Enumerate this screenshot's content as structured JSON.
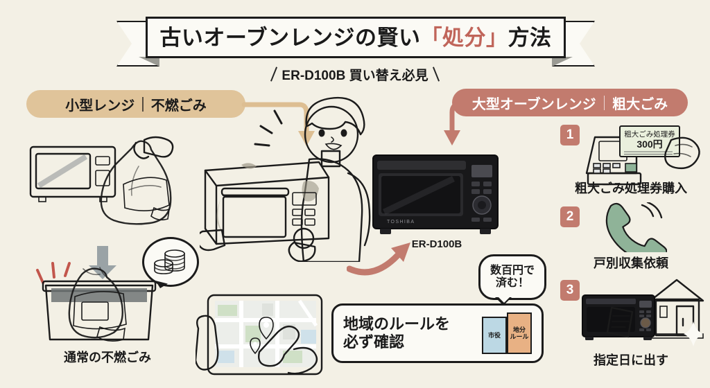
{
  "page": {
    "background_color": "#f3f0e5",
    "title": "古いオーブンレンジの賢い「処分」方法",
    "title_plain_1": "古いオーブンレンジの賢い",
    "title_accent": "「処分」",
    "title_plain_2": "方法",
    "subtitle": "ER-D100B 買い替え必見",
    "accent_color": "#c0655a"
  },
  "badges": {
    "small": {
      "left_label": "小型レンジ",
      "right_label": "不燃ごみ",
      "color": "#e0c49a",
      "text_color": "#1a1a1a"
    },
    "large": {
      "left_label": "大型オーブンレンジ",
      "right_label": "粗大ごみ",
      "color": "#c27b6e",
      "text_color": "#ffffff"
    }
  },
  "left_section": {
    "bin_caption": "通常の不燃ごみ",
    "coin_bubble_icon": "coin-stack-icon",
    "down_arrow_color": "#9aa3a6"
  },
  "center_section": {
    "product_caption": "ER-D100B",
    "product_brand": "TOSHIBA",
    "person_shirt_color": "#a8cfd6",
    "old_microwave_color": "#b8b3a2",
    "curved_arrow_color": "#c27b6e"
  },
  "price_bubble": {
    "line1": "数百円で",
    "line2": "済む！"
  },
  "rule_panel": {
    "line1": "地域のルールを",
    "line2": "必ず確認",
    "book_blue_label": "市役",
    "book_orange_line1": "地分",
    "book_orange_line2": "ルール"
  },
  "steps": [
    {
      "number": "1",
      "caption": "粗大ごみ処理券購入",
      "icon": "ticket-machine-icon",
      "ticket_title": "粗大ごみ処理券",
      "ticket_price": "300円"
    },
    {
      "number": "2",
      "caption": "戸別収集依頼",
      "icon": "telephone-icon",
      "icon_color": "#8fb398"
    },
    {
      "number": "3",
      "caption": "指定日に出す",
      "icon": "oven-at-house-icon"
    }
  ]
}
